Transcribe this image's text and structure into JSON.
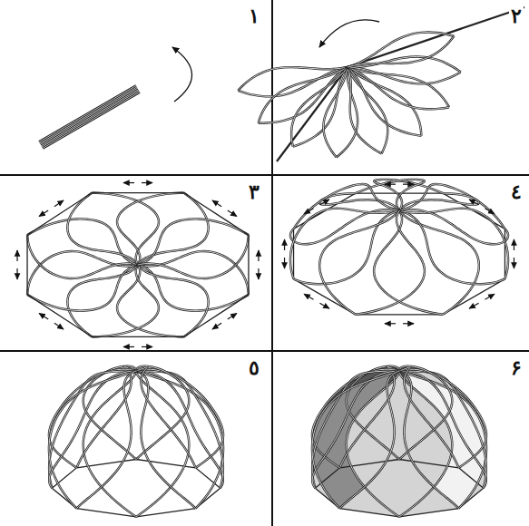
{
  "diagram": {
    "labels": [
      "۱",
      "۲",
      "۳",
      "٤",
      "٥",
      "۶"
    ]
  }
}
